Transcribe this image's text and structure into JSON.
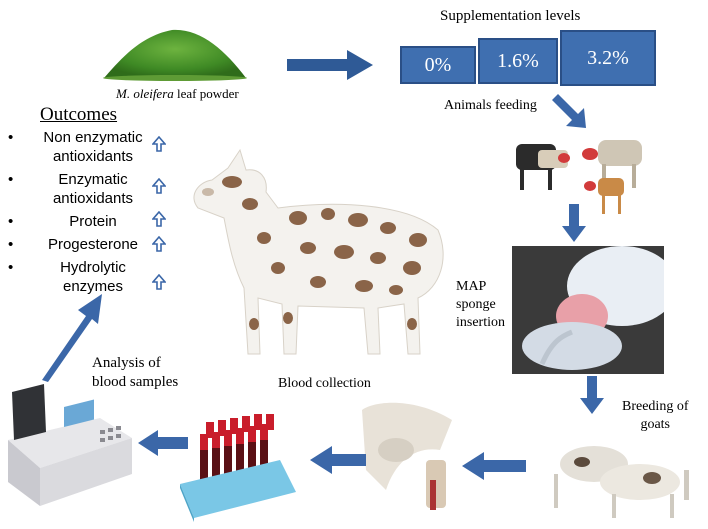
{
  "leaf_powder": {
    "caption_italic": "M. oleifera",
    "caption_rest": " leaf powder"
  },
  "supplementation": {
    "title": "Supplementation levels",
    "levels": [
      "0%",
      "1.6%",
      "3.2%"
    ]
  },
  "steps": {
    "animals_feeding": "Animals feeding",
    "map_sponge": [
      "MAP",
      "sponge",
      "insertion"
    ],
    "breeding": [
      "Breeding of",
      "goats"
    ],
    "blood_collection": "Blood collection",
    "analysis": [
      "Analysis of",
      "blood samples"
    ]
  },
  "outcomes": {
    "title": "Outcomes",
    "items": [
      [
        "Non enzymatic",
        "antioxidants"
      ],
      [
        "Enzymatic",
        "antioxidants"
      ],
      [
        "Protein"
      ],
      [
        "Progesterone"
      ],
      [
        "Hydrolytic",
        "enzymes"
      ]
    ]
  },
  "colors": {
    "arrow": "#3b67a8",
    "box": "#3f6fb0",
    "powder": "#4a8f2a"
  },
  "icons": [
    "arrow-right-icon",
    "arrow-down-icon",
    "arrow-left-icon",
    "arrow-up-icon",
    "up-arrow-icon"
  ]
}
